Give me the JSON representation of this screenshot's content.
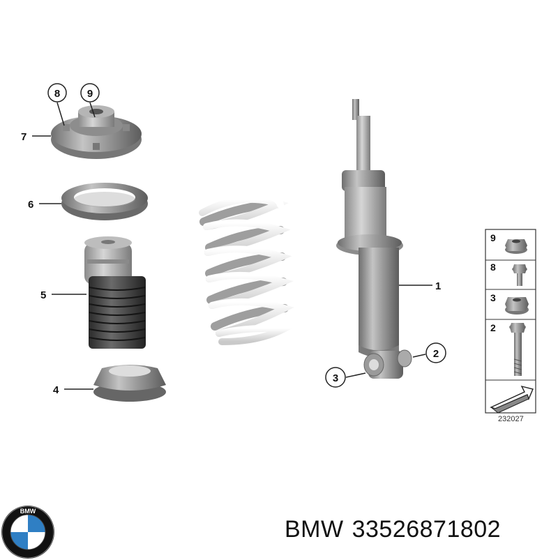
{
  "callouts": [
    {
      "label": "8"
    },
    {
      "label": "9"
    },
    {
      "label": "7"
    },
    {
      "label": "6"
    },
    {
      "label": "5"
    },
    {
      "label": "4"
    },
    {
      "label": "1"
    },
    {
      "label": "2"
    },
    {
      "label": "3"
    }
  ],
  "legend": {
    "rows": [
      {
        "label": "9",
        "icon": "flange-nut-icon"
      },
      {
        "label": "8",
        "icon": "hex-bolt-short-icon"
      },
      {
        "label": "3",
        "icon": "flange-nut-icon"
      },
      {
        "label": "2",
        "icon": "long-bolt-icon"
      }
    ],
    "arrow_icon": "front-direction-arrow-icon"
  },
  "diagram_code": "232027",
  "footer": {
    "brand": "BMW",
    "part_number": "33526871802",
    "logo_letters": "BMW",
    "logo_colors": {
      "blue": "#2f7fc4",
      "white": "#ffffff",
      "ring": "#111111"
    }
  }
}
